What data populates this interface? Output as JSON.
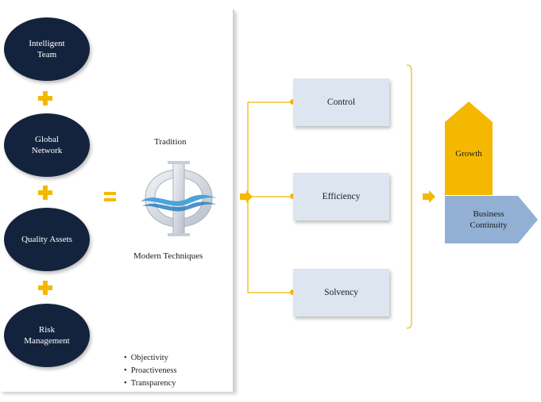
{
  "inputs": [
    {
      "label": "Intelligent\nTeam"
    },
    {
      "label": "Global\nNetwork"
    },
    {
      "label": "Quality Assets"
    },
    {
      "label": "Risk\nManagement"
    }
  ],
  "center": {
    "top_label": "Tradition",
    "bottom_label": "Modern Techniques",
    "logo_icon": "phi-wave-logo-icon",
    "bullets": [
      "Objectivity",
      "Proactiveness",
      "Transparency"
    ]
  },
  "pillars": [
    {
      "label": "Control"
    },
    {
      "label": "Efficiency"
    },
    {
      "label": "Solvency"
    }
  ],
  "outcomes": {
    "growth": "Growth",
    "continuity": "Business\nContinuity"
  },
  "colors": {
    "circle_fill": "#14233d",
    "accent": "#f5b800",
    "box_fill": "#dde5f1",
    "continuity_fill": "#92b0d4",
    "logo_blue": "#4ba3da"
  }
}
